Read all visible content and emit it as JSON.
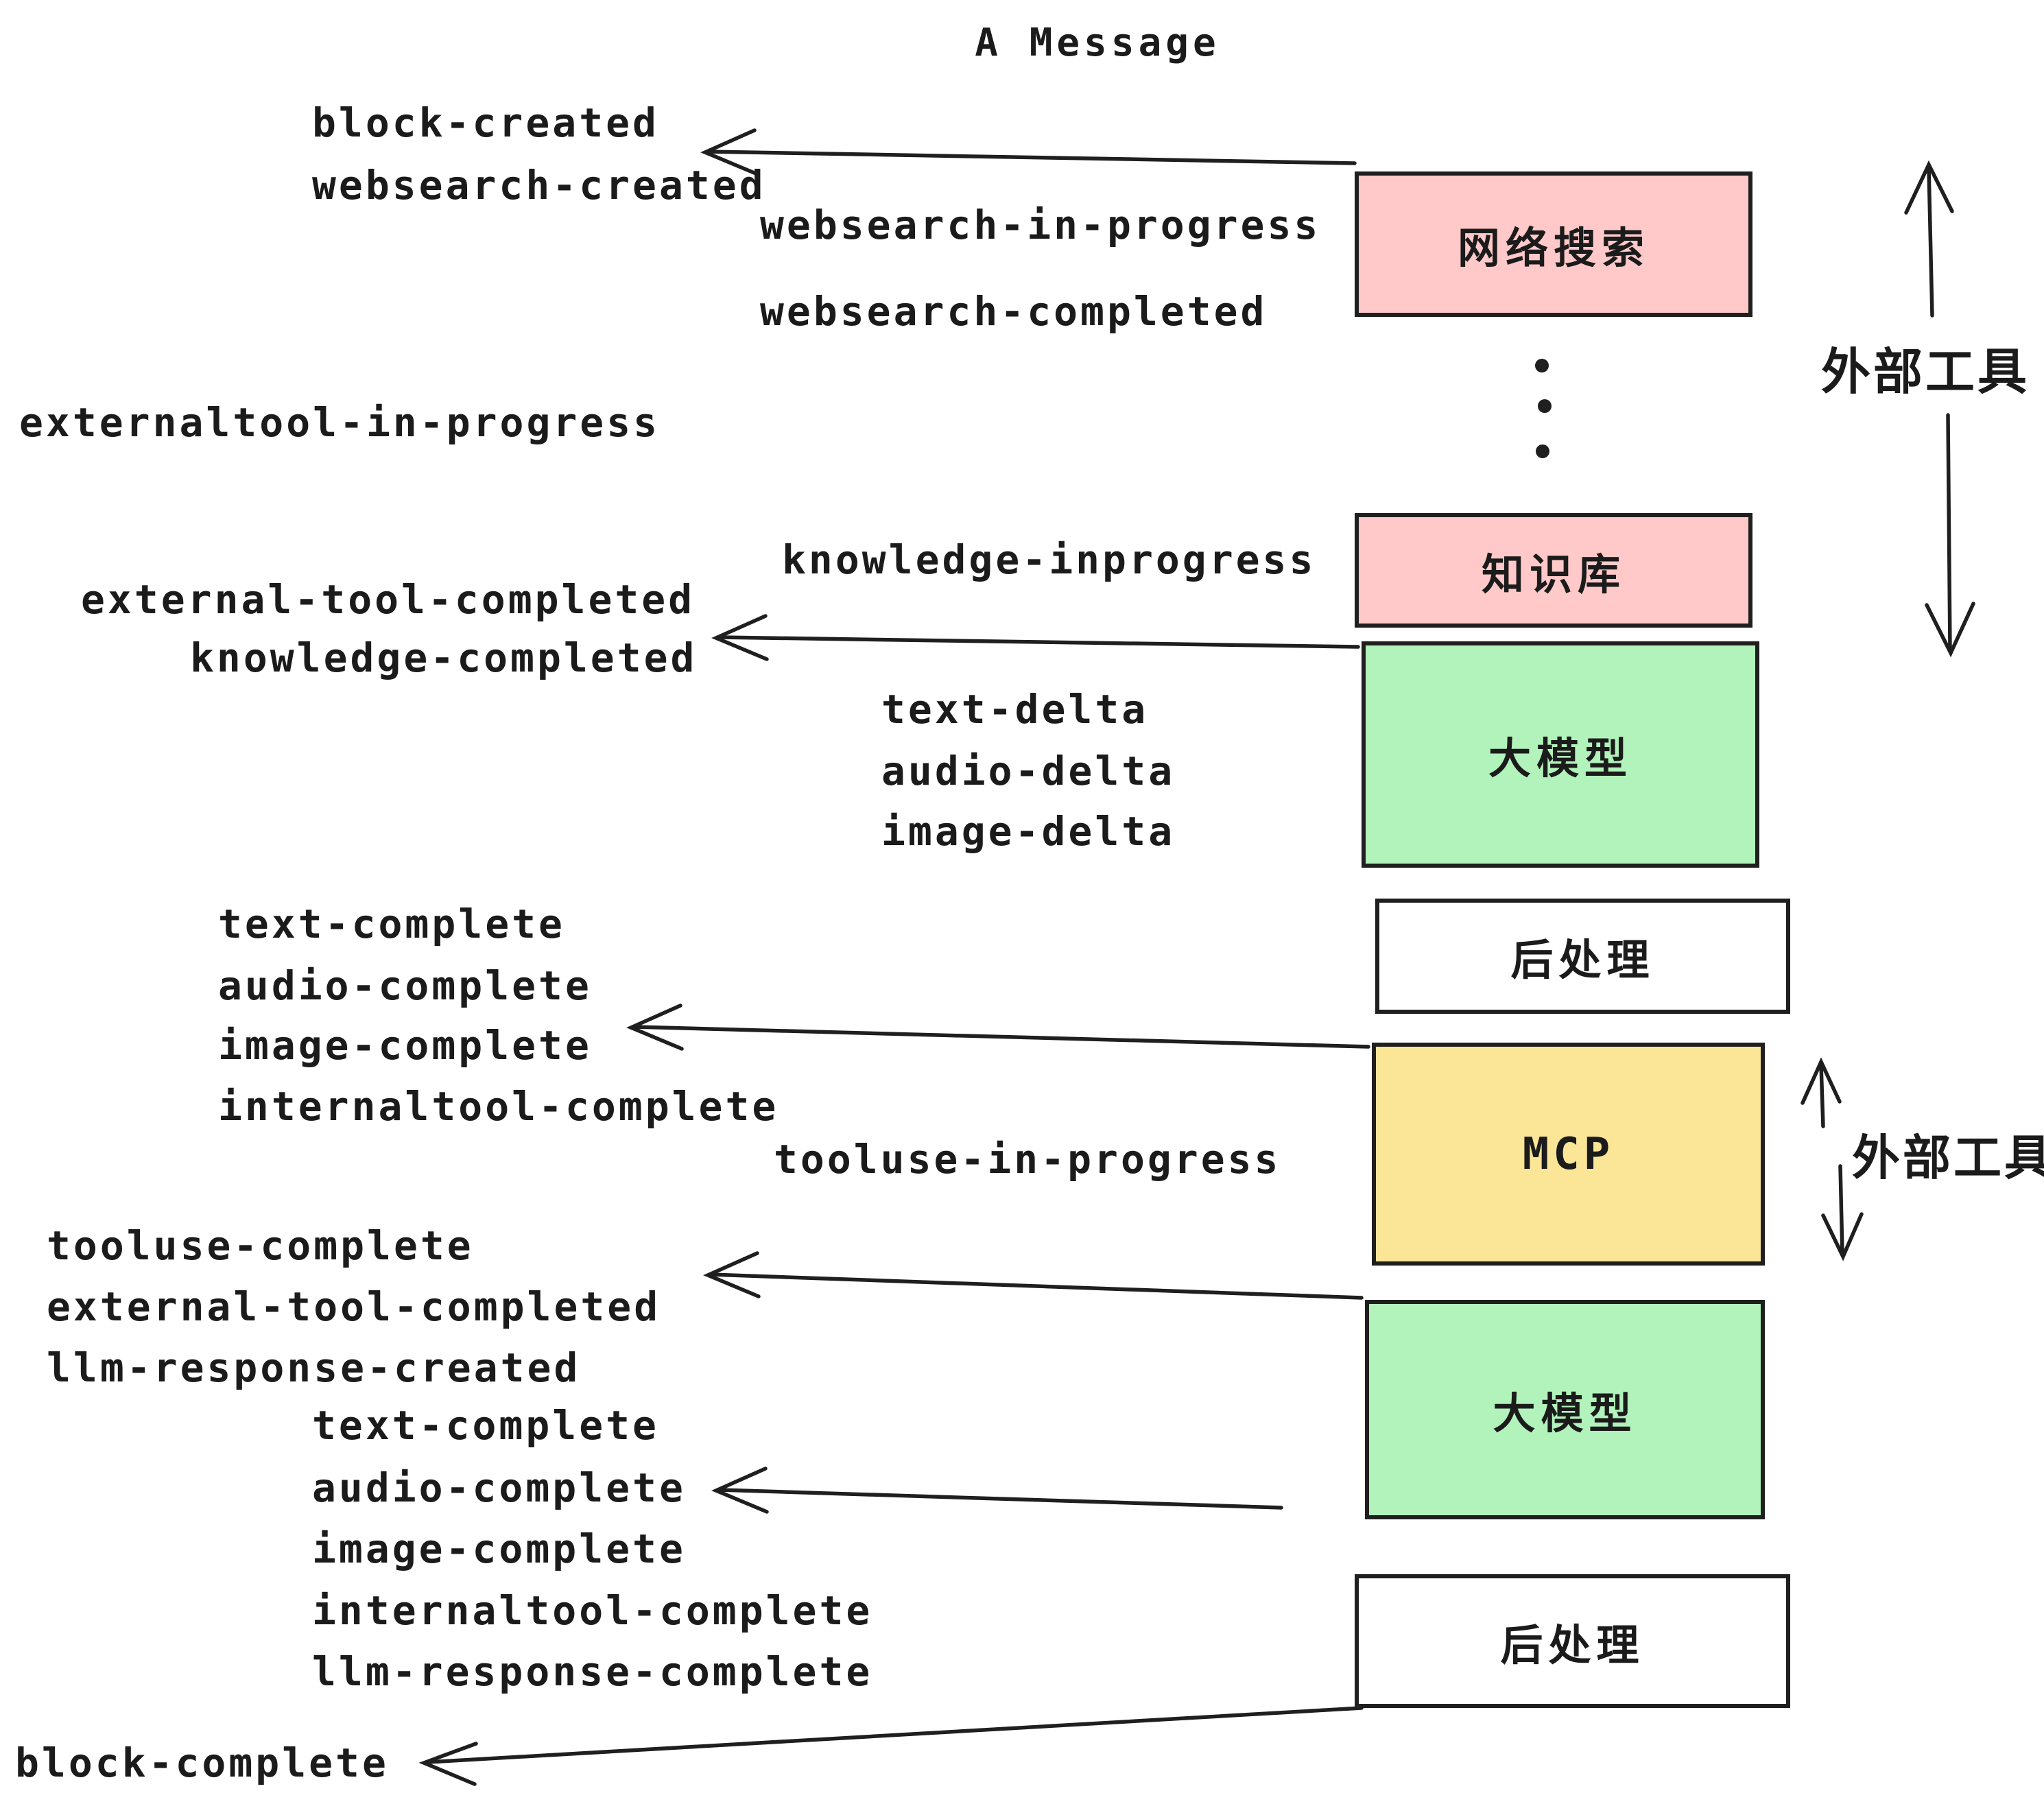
{
  "title": "A Message",
  "boxes": [
    {
      "id": "websearch",
      "label": "网络搜索",
      "color": "#FFC9C9"
    },
    {
      "id": "knowledge",
      "label": "知识库",
      "color": "#FFC9C9"
    },
    {
      "id": "llm1",
      "label": "大模型",
      "color": "#B2F2BB"
    },
    {
      "id": "post1",
      "label": "后处理",
      "color": "#FFFFFF"
    },
    {
      "id": "mcp",
      "label": "MCP",
      "color": "#FBE596"
    },
    {
      "id": "llm2",
      "label": "大模型",
      "color": "#B2F2BB"
    },
    {
      "id": "post2",
      "label": "后处理",
      "color": "#FFFFFF"
    }
  ],
  "side_labels": {
    "external_tools_top": "外部工具",
    "external_tools_mcp": "外部工具"
  },
  "events": {
    "block_created": "block-created",
    "websearch_created": "websearch-created",
    "websearch_in_progress": "websearch-in-progress",
    "websearch_completed": "websearch-completed",
    "externaltool_in_progress": "externaltool-in-progress",
    "knowledge_inprogress": "knowledge-inprogress",
    "external_tool_completed_1": "external-tool-completed",
    "knowledge_completed": "knowledge-completed",
    "text_delta_1": "text-delta",
    "audio_delta_1": "audio-delta",
    "image_delta_1": "image-delta",
    "text_complete_1": "text-complete",
    "audio_complete_1": "audio-complete",
    "image_complete_1": "image-complete",
    "internaltool_complete_1": "internaltool-complete",
    "tooluse_in_progress": "tooluse-in-progress",
    "tooluse_complete": "tooluse-complete",
    "external_tool_completed_2": "external-tool-completed",
    "llm_response_created": "llm-response-created",
    "text_complete_2": "text-complete",
    "audio_complete_2": "audio-complete",
    "image_complete_2": "image-complete",
    "internaltool_complete_2": "internaltool-complete",
    "llm_response_complete": "llm-response-complete",
    "block_complete": "block-complete"
  },
  "colors": {
    "pink": "#FFC9C9",
    "green": "#B2F2BB",
    "yellow": "#FBE596",
    "white": "#FFFFFF",
    "line": "#1F1F1F",
    "background": "#FFFFFF"
  }
}
